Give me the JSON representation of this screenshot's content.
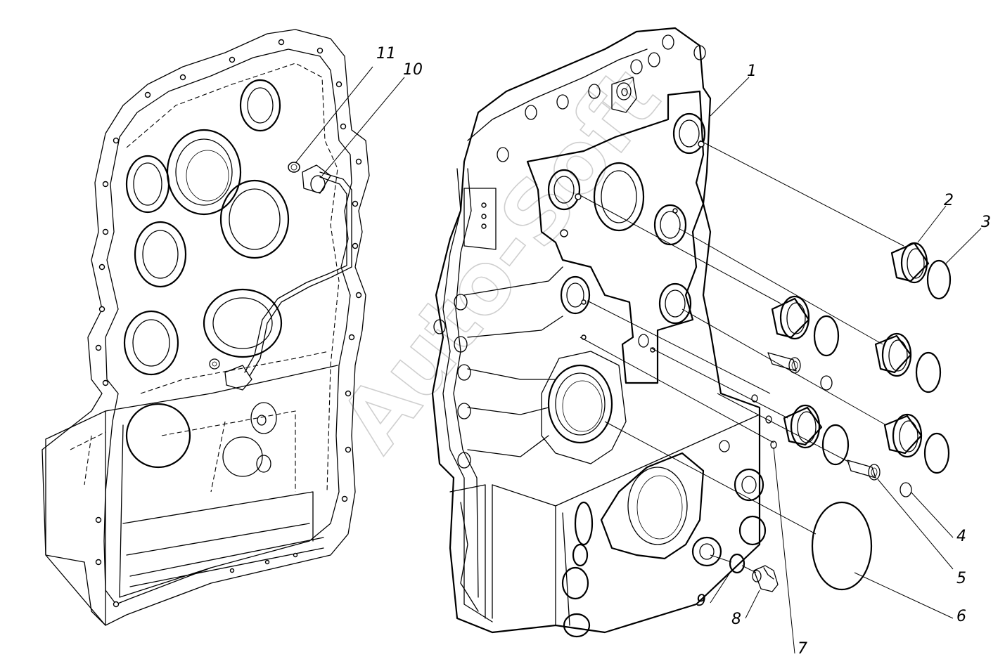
{
  "diagram": {
    "watermark": "Auto-Soft",
    "callouts": [
      {
        "id": "c1",
        "label": "1"
      },
      {
        "id": "c2",
        "label": "2"
      },
      {
        "id": "c3",
        "label": "3"
      },
      {
        "id": "c4",
        "label": "4"
      },
      {
        "id": "c5",
        "label": "5"
      },
      {
        "id": "c6",
        "label": "6"
      },
      {
        "id": "c7",
        "label": "7"
      },
      {
        "id": "c8",
        "label": "8"
      },
      {
        "id": "c9",
        "label": "9"
      },
      {
        "id": "c10",
        "label": "10"
      },
      {
        "id": "c11",
        "label": "11"
      }
    ]
  }
}
